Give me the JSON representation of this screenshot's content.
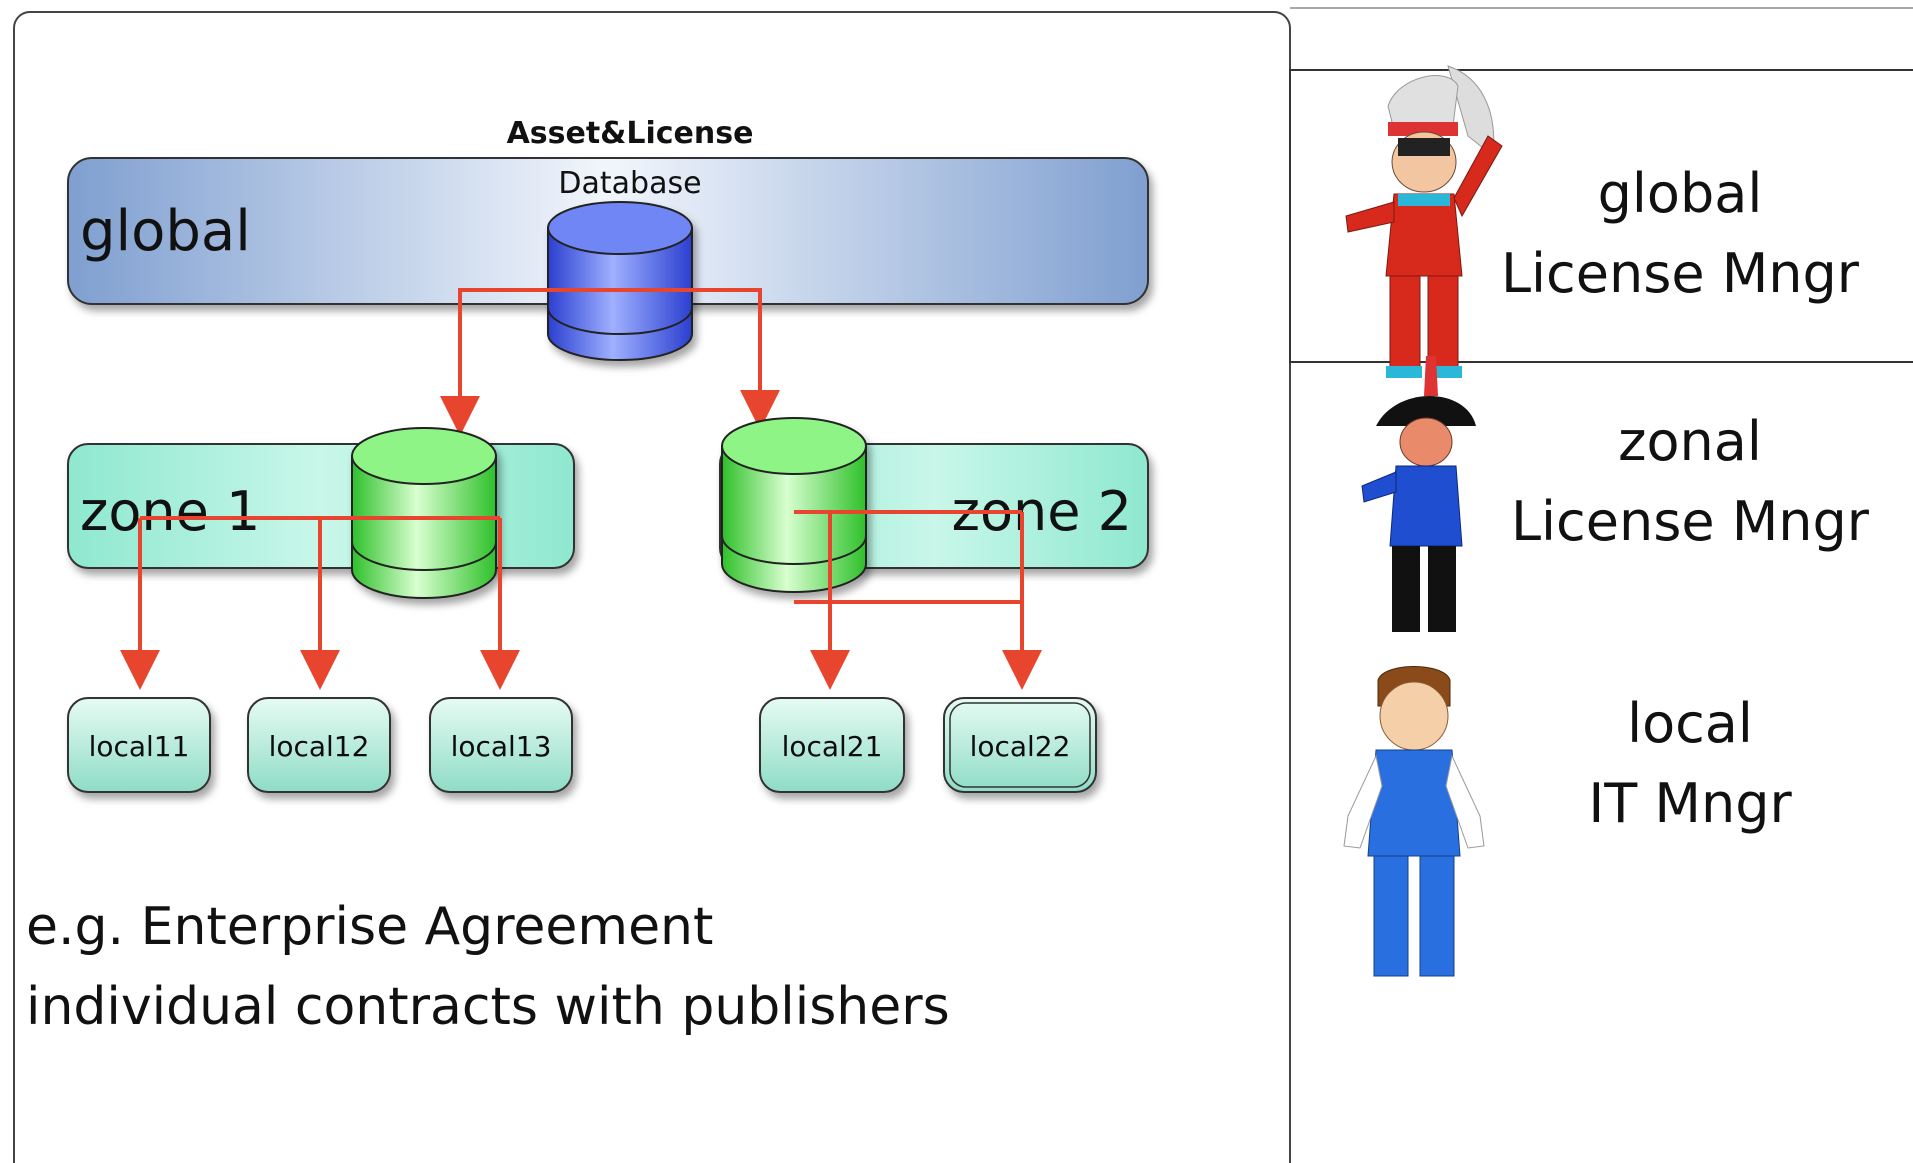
{
  "diagram": {
    "database_label_line1": "Asset&License",
    "database_label_line2": "Database",
    "global_label": "global",
    "zone1_label": "zone 1",
    "zone2_label": "zone 2",
    "locals": [
      "local11",
      "local12",
      "local13",
      "local21",
      "local22"
    ],
    "caption_line1": "e.g. Enterprise Agreement",
    "caption_line2": "individual contracts with publishers"
  },
  "roles": [
    {
      "line1": "global",
      "line2": "License Mngr",
      "figure": "chief-figure-icon"
    },
    {
      "line1": "zonal",
      "line2": "License Mngr",
      "figure": "officer-figure-icon"
    },
    {
      "line1": "local",
      "line2": "IT Mngr",
      "figure": "worker-figure-icon"
    }
  ],
  "colors": {
    "global_band": "#a9c4e2",
    "zone_band": "#a8f0dc",
    "db_blue": "#4a63e8",
    "db_green": "#62e85a",
    "arrow": "#e8452e",
    "local_box": "#bff0e0"
  }
}
